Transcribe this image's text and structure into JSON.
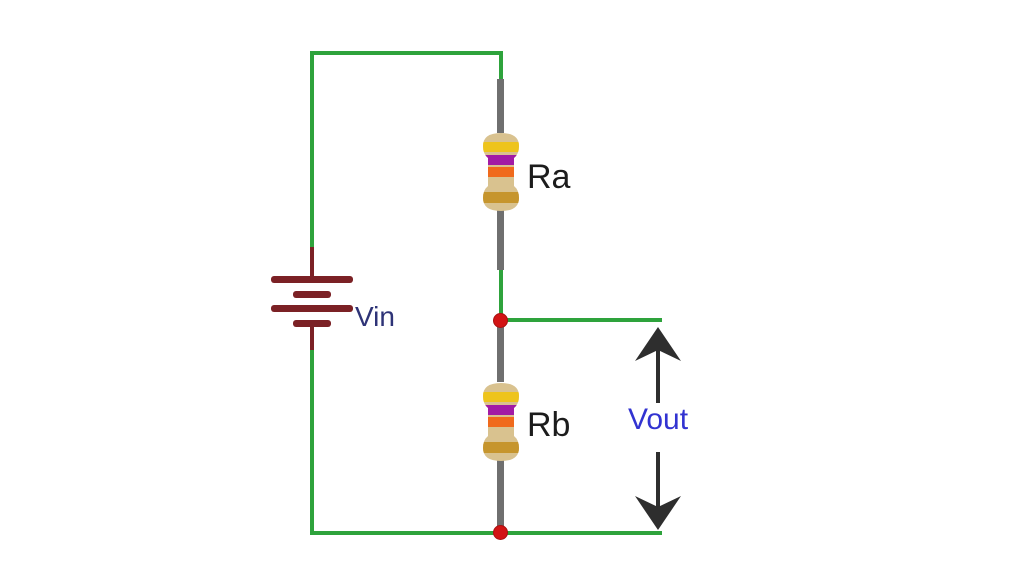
{
  "diagram": {
    "type": "voltage-divider-circuit",
    "labels": {
      "resistor_a": "Ra",
      "resistor_b": "Rb",
      "input_voltage": "Vin",
      "output_voltage": "Vout"
    },
    "components": [
      {
        "name": "battery",
        "label": "Vin",
        "symbol": "two-cell-battery",
        "plates": 4
      },
      {
        "name": "resistor-a",
        "label": "Ra",
        "bands": [
          "yellow",
          "purple",
          "orange",
          "gold"
        ]
      },
      {
        "name": "resistor-b",
        "label": "Rb",
        "bands": [
          "yellow",
          "purple",
          "orange",
          "gold"
        ]
      },
      {
        "name": "vout-indicator",
        "label": "Vout",
        "style": "double-headed-vertical-arrow"
      }
    ],
    "junctions": 2
  },
  "colors": {
    "background": "#FFFFFF",
    "wire-green": "#2EA33C",
    "battery-maroon": "#7B2125",
    "lead-gray": "#6F6F6F",
    "junction-red": "#D21414",
    "junction-red-border": "#A81111",
    "resistor-body": "#D9C28F",
    "band-yellow": "#EEC41C",
    "band-purple": "#A21BA5",
    "band-orange": "#F06A1C",
    "band-gold": "#C6952D",
    "arrow-dark": "#2E2E2E",
    "label-black": "#1C1C1C",
    "vin-blue": "#2E3377",
    "vout-blue": "#3233D1"
  }
}
